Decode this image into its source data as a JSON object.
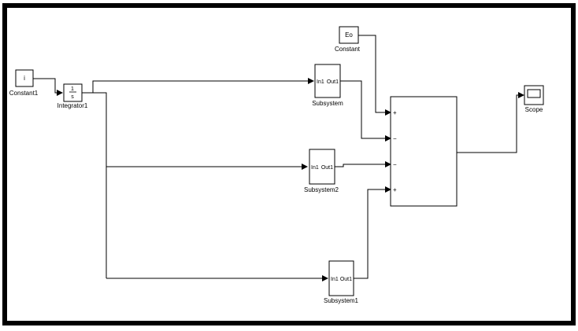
{
  "blocks": {
    "constant1": {
      "value": "i",
      "name": "Constant1"
    },
    "integrator1": {
      "numerator": "1",
      "denominator": "s",
      "name": "Integrator1"
    },
    "constant": {
      "value": "Eo",
      "name": "Constant"
    },
    "subsystem": {
      "in_port": "In1",
      "out_port": "Out1",
      "name": "Subsystem"
    },
    "subsystem2": {
      "in_port": "In1",
      "out_port": "Out1",
      "name": "Subsystem2"
    },
    "subsystem1": {
      "in_port": "In1",
      "out_port": "Out1",
      "name": "Subsystem1"
    },
    "sum": {
      "signs": [
        "+",
        "−",
        "−",
        "+"
      ]
    },
    "scope": {
      "name": "Scope"
    }
  }
}
